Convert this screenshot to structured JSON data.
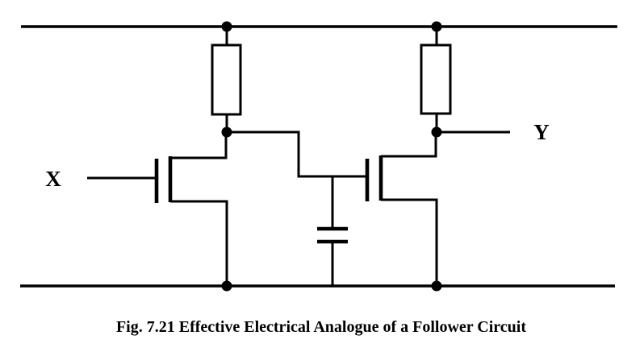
{
  "figure": {
    "caption": "Fig. 7.21 Effective Electrical Analogue of a Follower Circuit",
    "node_labels": {
      "input": "X",
      "output": "Y"
    }
  },
  "diagram": {
    "type": "circuit-schematic",
    "ink_color": "#000000",
    "background_color": "#ffffff",
    "components": [
      {
        "id": "supply-rail-top",
        "kind": "rail"
      },
      {
        "id": "supply-rail-bottom",
        "kind": "rail"
      },
      {
        "id": "load-resistor-left",
        "kind": "resistor"
      },
      {
        "id": "load-resistor-right",
        "kind": "resistor"
      },
      {
        "id": "transistor-left",
        "kind": "mosfet",
        "gate_node": "X"
      },
      {
        "id": "transistor-right",
        "kind": "mosfet",
        "drain_node": "Y"
      },
      {
        "id": "coupling-capacitor",
        "kind": "capacitor"
      }
    ],
    "junction_count": 6
  }
}
